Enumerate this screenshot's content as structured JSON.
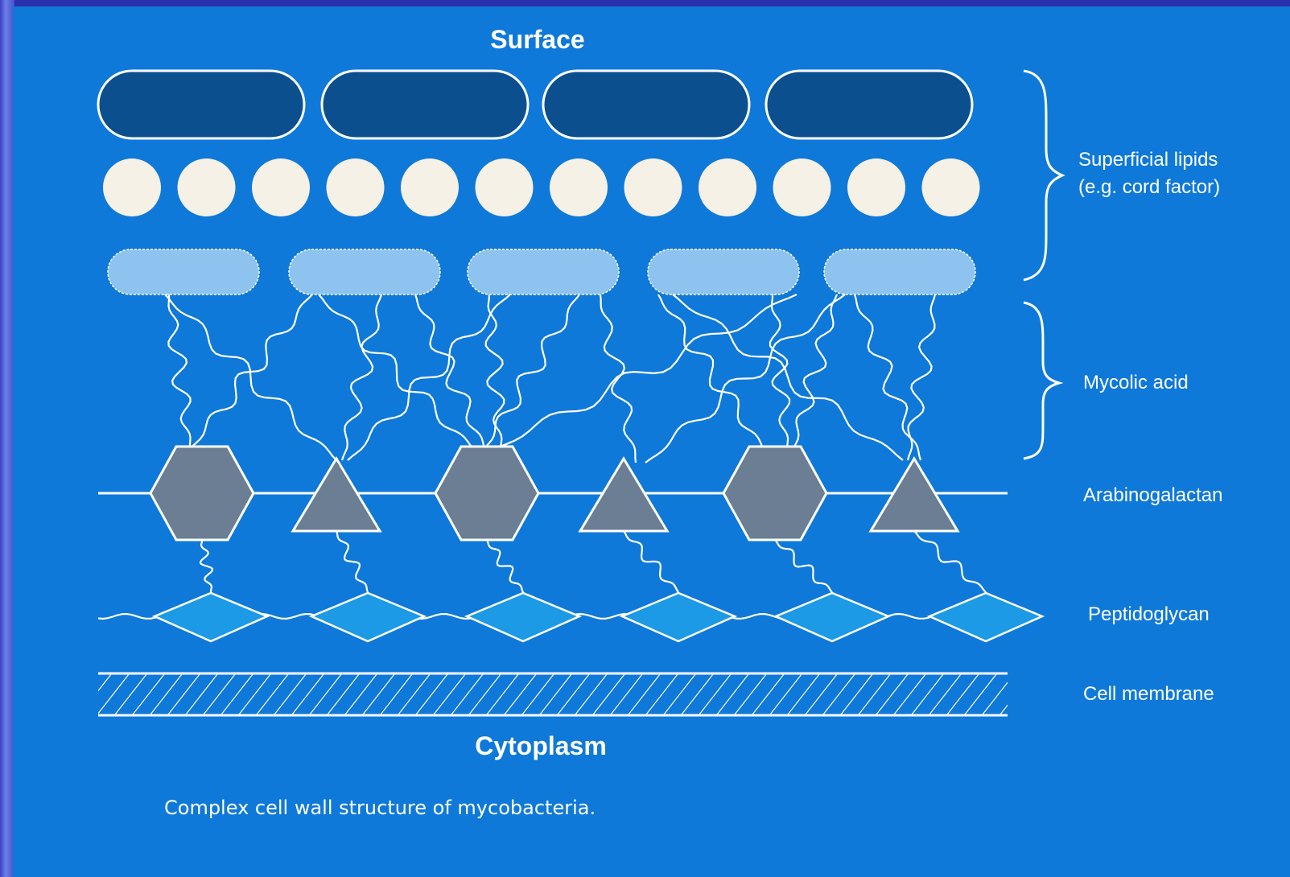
{
  "diagram": {
    "top_label": "Surface",
    "bottom_label": "Cytoplasm",
    "caption": "Complex cell wall structure of mycobacteria.",
    "layers": {
      "superficial_lipids": [
        "Superficial lipids",
        "(e.g. cord factor)"
      ],
      "mycolic_acid": "Mycolic acid",
      "arabinogalactan": "Arabinogalactan",
      "peptidoglycan": "Peptidoglycan",
      "cell_membrane": "Cell membrane"
    }
  },
  "colors": {
    "background": "#0f79d9",
    "left_strip": "#3a44c8",
    "outer_lipid": "#0b4f8e",
    "round_lipid": "#f5f1e6",
    "mycolate_ellipse": "#8ec3ef",
    "arabinogalactan_shape": "#6b7e93",
    "peptidoglycan_diamond": "#1c9ae6",
    "line": "#ffffff"
  }
}
